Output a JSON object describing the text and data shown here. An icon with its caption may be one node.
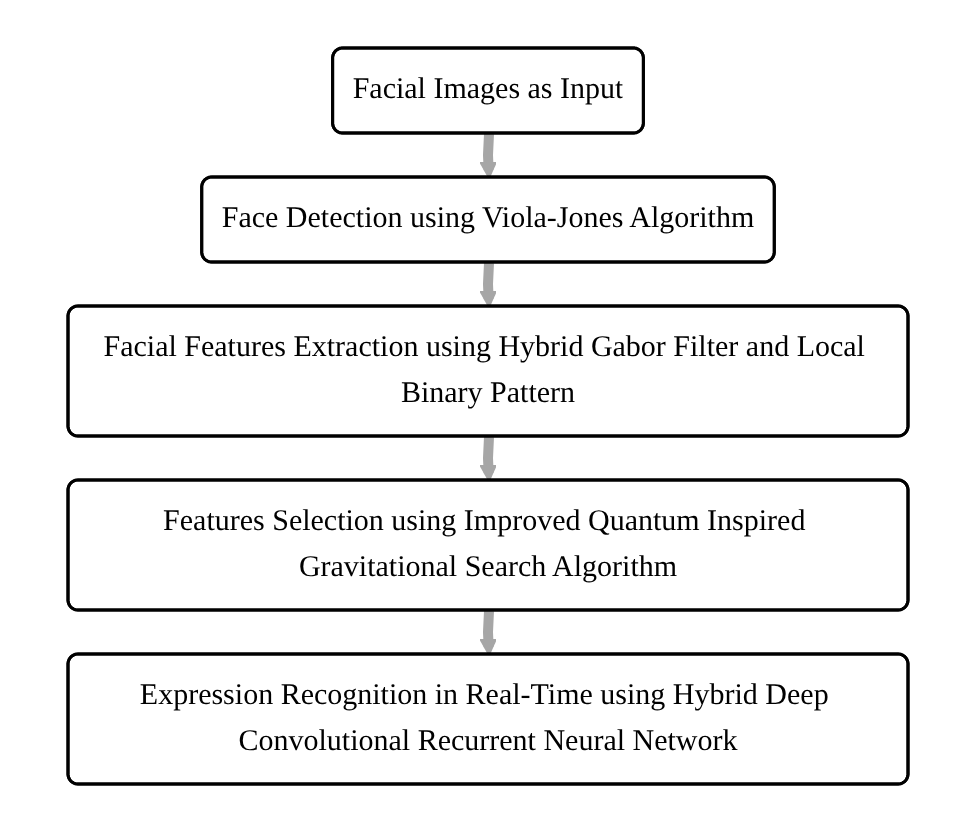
{
  "diagram": {
    "nodes": [
      {
        "text": [
          "Facial Images as Input"
        ]
      },
      {
        "text": [
          "Face Detection using Viola-Jones Algorithm"
        ]
      },
      {
        "text": [
          "Facial Features Extraction using Hybrid Gabor Filter and Local Binary Pattern"
        ]
      },
      {
        "text": [
          "Features Selection using Improved Quantum Inspired Gravitational Search Algorithm"
        ]
      },
      {
        "text": [
          "Expression Recognition in Real-Time using Hybrid Deep Convolutional Recurrent Neural Network"
        ]
      }
    ],
    "edges": [
      {
        "from": 0,
        "to": 1,
        "arrow": "to"
      },
      {
        "from": 1,
        "to": 2,
        "arrow": "to"
      },
      {
        "from": 2,
        "to": 3,
        "arrow": "to"
      },
      {
        "from": 3,
        "to": 4,
        "arrow": "to"
      }
    ]
  }
}
